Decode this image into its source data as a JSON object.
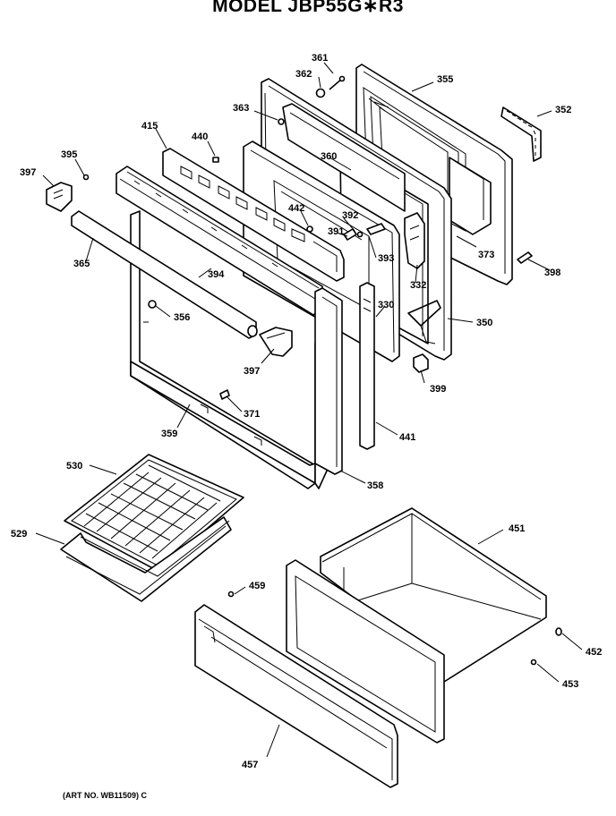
{
  "title": "MODEL JBP55G∗R3",
  "art_number": "(ART NO. WB11509) C",
  "labels": {
    "p361": "361",
    "p362": "362",
    "p355": "355",
    "p352": "352",
    "p363": "363",
    "p415": "415",
    "p440": "440",
    "p360": "360",
    "p395": "395",
    "p397a": "397",
    "p442": "442",
    "p392": "392",
    "p391": "391",
    "p393": "393",
    "p373": "373",
    "p398": "398",
    "p365": "365",
    "p394": "394",
    "p332": "332",
    "p356": "356",
    "p330": "330",
    "p350": "350",
    "p397b": "397",
    "p399": "399",
    "p371": "371",
    "p441": "441",
    "p359": "359",
    "p530": "530",
    "p358": "358",
    "p451": "451",
    "p529": "529",
    "p459": "459",
    "p452": "452",
    "p453": "453",
    "p457": "457"
  }
}
